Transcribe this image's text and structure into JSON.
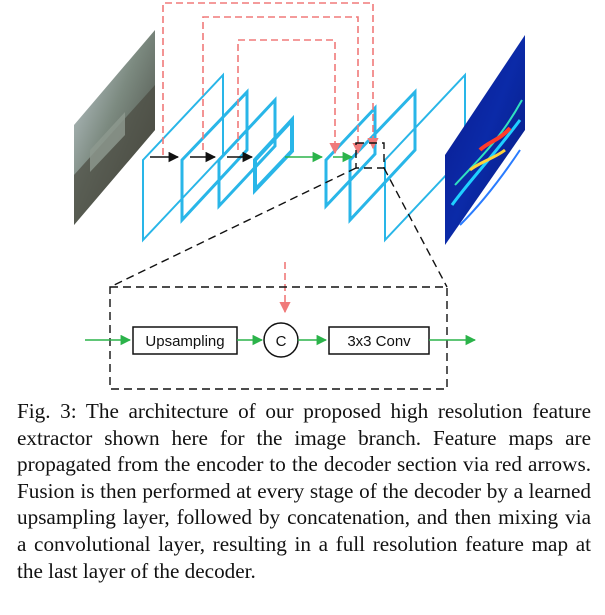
{
  "figure": {
    "blocks": {
      "upsampling": "Upsampling",
      "concat": "C",
      "conv": "3x3 Conv"
    },
    "colors": {
      "feature_map": "#29b6e8",
      "skip_arrow": "#f07a7a",
      "flow_arrow": "#2bb34a",
      "encoder_arrow": "#111111"
    }
  },
  "caption": {
    "label": "Fig. 3:",
    "text": "The architecture of our proposed high resolution feature extractor shown here for the image branch. Feature maps are propagated from the encoder to the decoder section via red arrows. Fusion is then performed at every stage of the decoder by a learned upsampling layer, followed by concatenation, and then mixing via a convolutional layer, resulting in a full resolution feature map at the last layer of the decoder."
  }
}
